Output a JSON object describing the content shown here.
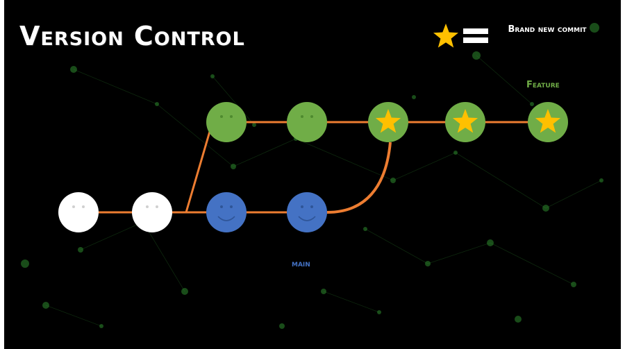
{
  "slide": {
    "title": "Version Control",
    "legend": {
      "symbol_icon": "star-icon",
      "equals": "=",
      "text": "Brand new commit"
    },
    "branches": {
      "feature": {
        "label": "Feature",
        "color": "#70ad47"
      },
      "main": {
        "label": "main",
        "color": "#4472c4"
      }
    },
    "colors": {
      "background": "#000000",
      "edge": "#ed7d31",
      "initial_commit": "#ffffff",
      "star": "#ffc000"
    },
    "commits": [
      {
        "id": "c1",
        "branch": "initial",
        "face": "neutral"
      },
      {
        "id": "c2",
        "branch": "initial",
        "face": "neutral"
      },
      {
        "id": "c3",
        "branch": "main",
        "face": "smile"
      },
      {
        "id": "c4",
        "branch": "main",
        "face": "smile"
      },
      {
        "id": "c5",
        "branch": "feature",
        "face": "neutral"
      },
      {
        "id": "c6",
        "branch": "feature",
        "face": "neutral"
      },
      {
        "id": "c7",
        "branch": "feature",
        "face": "star"
      },
      {
        "id": "c8",
        "branch": "feature",
        "face": "star"
      },
      {
        "id": "c9",
        "branch": "feature",
        "face": "star"
      }
    ]
  }
}
